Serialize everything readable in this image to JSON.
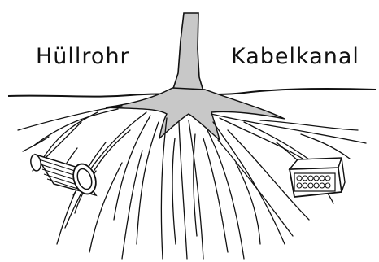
{
  "labels": {
    "left": "Hüllrohr",
    "right": "Kabelkanal"
  },
  "colors": {
    "background": "#ffffff",
    "root_fill": "#c8c8c8",
    "line": "#111111"
  },
  "icons": {
    "tree": "tree-with-roots-illustration",
    "pipe": "conduit-pipe-illustration",
    "duct": "cable-duct-illustration"
  }
}
